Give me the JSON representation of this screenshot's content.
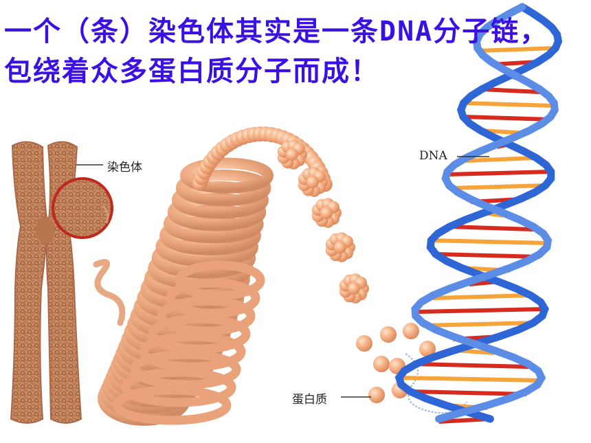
{
  "title": {
    "line1": "一个（条）染色体其实是一条DNA分子链，",
    "line2": "包绕着众多蛋白质分子而成！"
  },
  "labels": {
    "chromosome": "染色体",
    "dna": "DNA",
    "protein": "蛋白质"
  },
  "colors": {
    "title": "#3a10e5",
    "chromosome": "#b8754e",
    "bead": "#f2a878",
    "helix": "#2f66d6",
    "circle": "#c0281e"
  }
}
